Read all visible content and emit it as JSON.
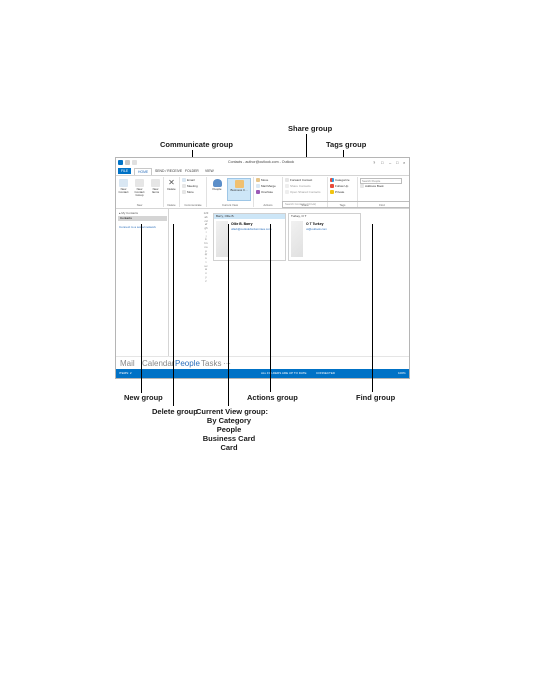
{
  "callouts": {
    "communicate": "Communicate group",
    "share": "Share group",
    "tags": "Tags group",
    "new": "New group",
    "delete": "Delete group",
    "current_view": "Current View group:",
    "current_view_sub1": "By Category",
    "current_view_sub2": "People",
    "current_view_sub3": "Business Card",
    "current_view_sub4": "Card",
    "actions": "Actions group",
    "find": "Find group"
  },
  "window": {
    "title": "Contacts - author@outlook.com - Outlook",
    "controls": [
      "?",
      "□",
      "–",
      "□",
      "×"
    ]
  },
  "tabs": [
    "FILE",
    "HOME",
    "SEND / RECEIVE",
    "FOLDER",
    "VIEW"
  ],
  "ribbon": {
    "new_contact": "New Contact",
    "new_contact_group": "New Contact Group",
    "new_items": "New Items",
    "delete": "Delete",
    "group_new": "New",
    "group_delete": "Delete",
    "email": "Email",
    "meeting": "Meeting",
    "more": "More",
    "group_communicate": "Communicate",
    "people": "People",
    "business_card": "Business C...",
    "group_current_view": "Current View",
    "move": "Move",
    "mail_merge": "Mail Merge",
    "onenote": "OneNote",
    "group_actions": "Actions",
    "forward_contact": "Forward Contact",
    "share_contacts": "Share Contacts",
    "open_shared_contacts": "Open Shared Contacts",
    "group_share": "Share",
    "categorize": "Categorize",
    "follow_up": "Follow Up",
    "private": "Private",
    "group_tags": "Tags",
    "search_people": "Search People",
    "address_book": "Address Book",
    "group_find": "Find"
  },
  "navpane": {
    "my_contacts": "▴ My Contacts",
    "contacts": "Contacts",
    "connect": "Connect to a social network"
  },
  "search": {
    "placeholder": "Search Contacts (Ctrl+E)"
  },
  "letters": [
    "123",
    "ab",
    "cd",
    "ef",
    "gh",
    "i",
    "j",
    "k",
    "lm",
    "no",
    "p",
    "qr",
    "s",
    "t",
    "uv",
    "w",
    "x",
    "y",
    "z"
  ],
  "cards": [
    {
      "header": "Barry, Ollie B.",
      "name": "Ollie B. Barry",
      "email": "ollieb@outlookfordummies.com"
    },
    {
      "header": "Turkey, O T",
      "name": "O T Turkey",
      "email": "ot@outlook.com"
    }
  ],
  "peek": [
    "Mail",
    "Calendar",
    "People",
    "Tasks",
    "···"
  ],
  "status": {
    "left": "ITEMS: 2",
    "center": "ALL FOLDERS ARE UP TO DATE",
    "connected": "CONNECTED",
    "zoom": "100%"
  },
  "colors": {
    "accent": "#0072c6",
    "selection": "#cde6f7"
  }
}
